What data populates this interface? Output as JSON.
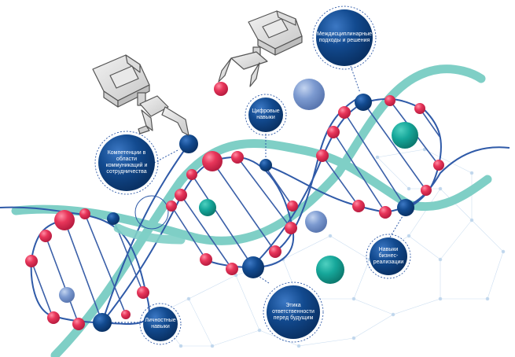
{
  "labels": {
    "interdisciplinary": "Междисциплинарные подходы и решения",
    "digital": "Цифровые навыки",
    "communication": "Компетенции в области коммуникаций и сотрудничества",
    "business": "Навыки бизнес-реализации",
    "ethics": "Этика ответственности перед будущим",
    "personal": "Личностные навыки"
  },
  "colors": {
    "ribbon": "#7fcfc6",
    "strand": "#2f5aa8",
    "rung": "#3a5fa8",
    "red_node": "#e8365a",
    "blue_node": "#124a8f",
    "label_circle": "#0d4d96",
    "teal_ball": "#16a79a",
    "lavender_ball": "#7c9ad0",
    "network": "#b9d2ea"
  },
  "icons": [
    "robotic-gripper-icon"
  ]
}
